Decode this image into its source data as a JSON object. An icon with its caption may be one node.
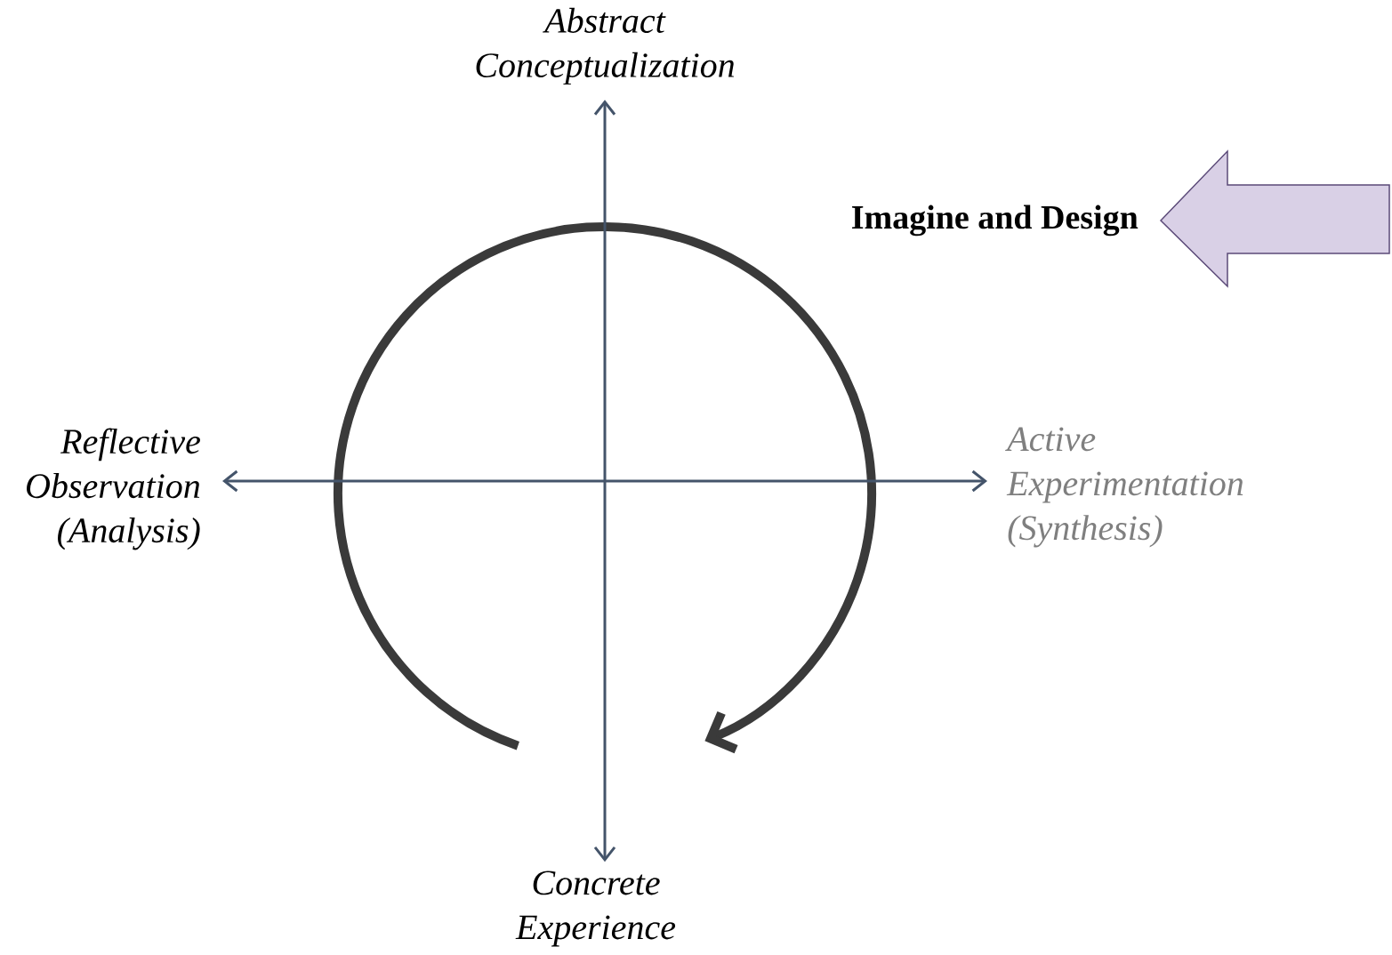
{
  "diagram": {
    "nodes": [
      {
        "text": [
          "Abstract Conceptualization"
        ]
      },
      {
        "text": [
          "Concrete Experience"
        ]
      },
      {
        "text": [
          "Reflective Observation (Analysis)"
        ]
      },
      {
        "text": [
          "Active Experimentation (Synthesis)"
        ]
      }
    ],
    "edges": [
      {
        "from": 0,
        "to": 1,
        "arrow": "both"
      },
      {
        "from": 2,
        "to": 3,
        "arrow": "both"
      }
    ],
    "labels": [
      "Imagine and Design"
    ]
  }
}
